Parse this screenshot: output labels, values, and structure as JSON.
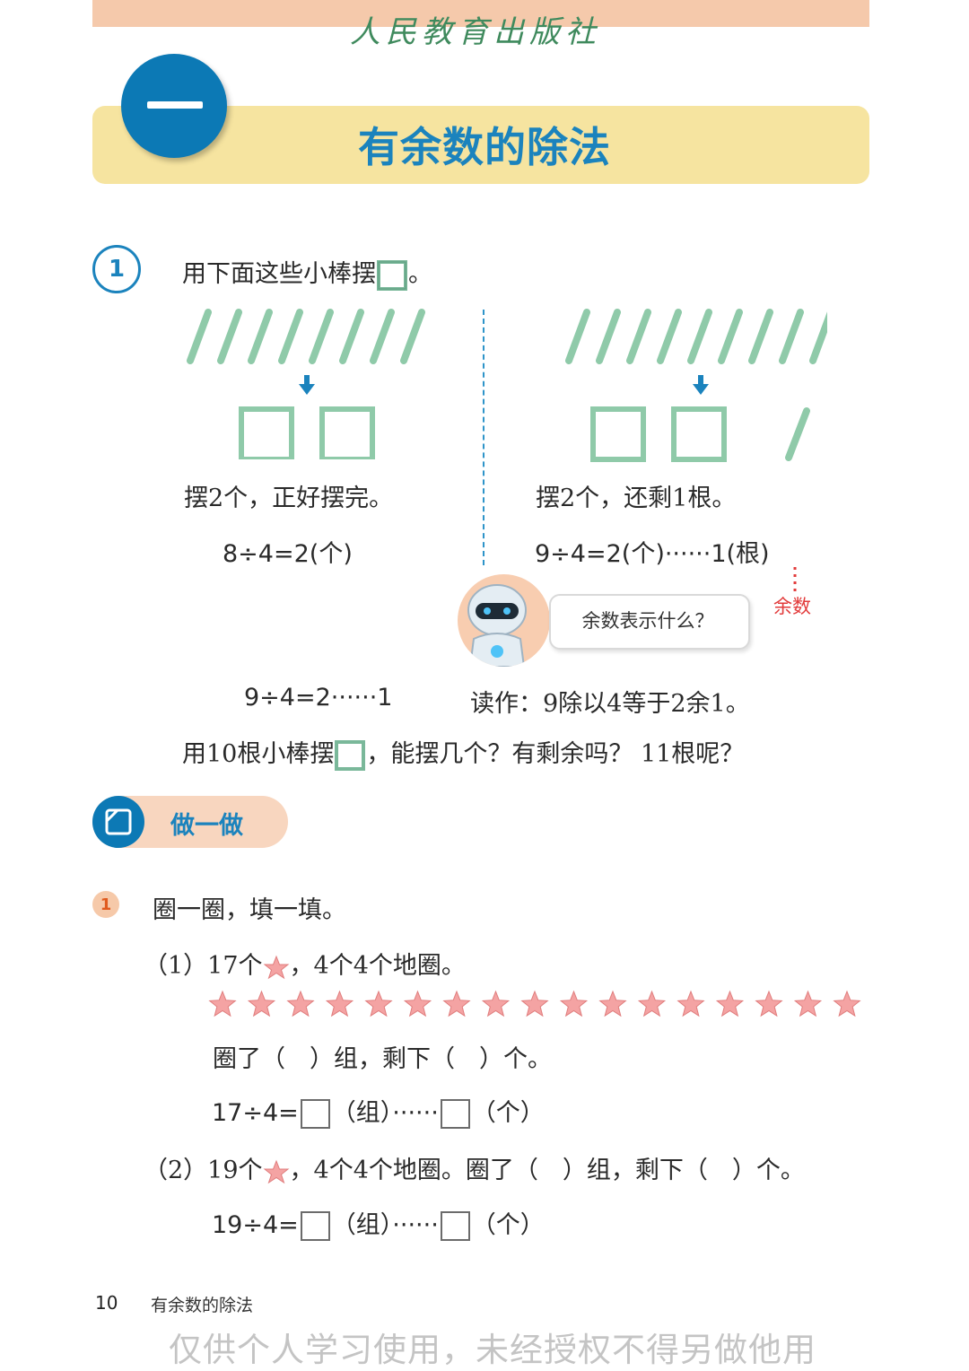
{
  "header": {
    "publisher": "人民教育出版社",
    "unit_number": "一",
    "page_title": "有余数的除法"
  },
  "example1": {
    "number": "1",
    "prompt_prefix": "用下面这些小棒摆",
    "prompt_suffix": "。",
    "left": {
      "caption": "摆2个，正好摆完。",
      "equation": "8÷4=2(个)"
    },
    "right": {
      "caption": "摆2个，还剩1根。",
      "equation": "9÷4=2(个)······1(根)",
      "remainder_label": "余数"
    },
    "robot_question": "余数表示什么？",
    "reading_equation": "9÷4=2······1",
    "reading_text": "读作：9除以4等于2余1。",
    "question_prefix": "用10根小棒摆",
    "question_suffix": "，能摆几个？有剩余吗？ 11根呢？"
  },
  "practice": {
    "label": "做一做",
    "q1_number": "1",
    "q1_text": "圈一圈，填一填。",
    "part1_prefix": "（1）17个",
    "part1_suffix": "，4个4个地圈。",
    "star_count": 17,
    "part1_fill": "圈了（　）组，剩下（　）个。",
    "part1_eq_prefix": "17÷4=",
    "group_unit": "（组）······",
    "item_unit": "（个）",
    "part2_prefix": "（2）19个",
    "part2_suffix": "，4个4个地圈。圈了（　）组，剩下（　）个。",
    "part2_eq_prefix": "19÷4="
  },
  "footer": {
    "page_number": "10",
    "section_title": "有余数的除法",
    "watermark": "仅供个人学习使用，未经授权不得另做他用"
  },
  "colors": {
    "brand_blue": "#1b83bd",
    "title_band": "#f6e4a0",
    "top_bar": "#f5c9ab",
    "stick_green": "#9fd3b7",
    "star_pink": "#f4a3a3",
    "remainder_red": "#e23b3b"
  }
}
